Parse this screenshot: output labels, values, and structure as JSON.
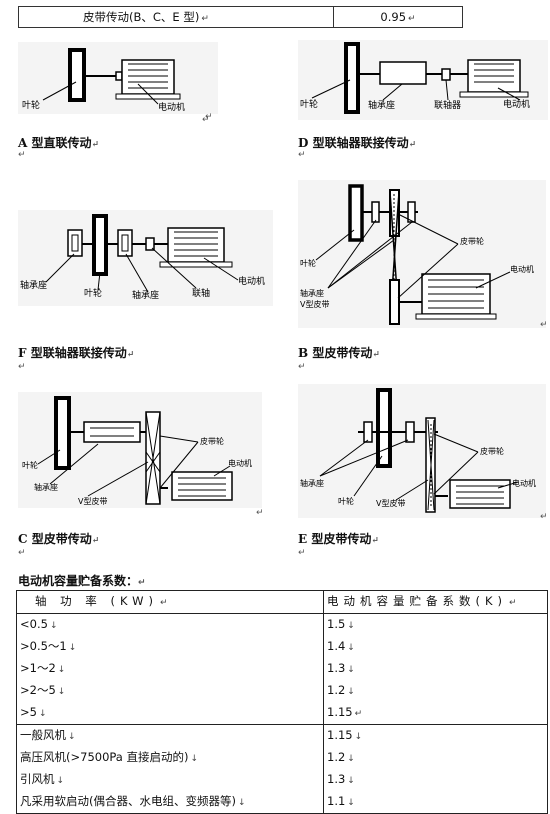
{
  "top_table": {
    "label": "皮带传动(B、C、E 型)",
    "value": "0.95"
  },
  "diagrams": {
    "a": {
      "caption": "A 型直联传动",
      "labels": {
        "impeller": "叶轮",
        "motor": "电动机"
      }
    },
    "d": {
      "caption": "D 型联轴器联接传动",
      "labels": {
        "impeller": "叶轮",
        "bearing": "轴承座",
        "coupling": "联轴器",
        "motor": "电动机"
      }
    },
    "f": {
      "caption": "F 型联轴器联接传动",
      "labels": {
        "bearing_left": "轴承座",
        "impeller": "叶轮",
        "bearing_right": "轴承座",
        "coupling": "联轴",
        "motor": "电动机"
      }
    },
    "b": {
      "caption": "B 型皮带传动",
      "labels": {
        "impeller": "叶轮",
        "pulley": "皮带轮",
        "bearing": "轴承座",
        "vbelt": "V型皮带",
        "motor": "电动机"
      }
    },
    "c": {
      "caption": "C 型皮带传动",
      "labels": {
        "impeller": "叶轮",
        "pulley": "皮带轮",
        "bearing": "轴承座",
        "vbelt": "V型皮带",
        "motor": "电动机"
      }
    },
    "e": {
      "caption": "E 型皮带传动",
      "labels": {
        "pulley": "皮带轮",
        "motor": "电动机",
        "bearing": "轴承座",
        "impeller": "叶轮",
        "vbelt": "V型皮带"
      }
    }
  },
  "reserve_title": "电动机容量贮备系数：",
  "reserve_table": {
    "header": [
      "轴  功  率  (KW)",
      "电动机容量贮备系数(K)"
    ],
    "power_rows": [
      [
        "<0.5",
        "1.5"
      ],
      [
        ">0.5～1",
        "1.4"
      ],
      [
        ">1～2",
        "1.3"
      ],
      [
        ">2～5",
        "1.2"
      ],
      [
        ">5",
        "1.15"
      ]
    ],
    "fan_rows": [
      [
        "一般风机",
        "1.15"
      ],
      [
        "高压风机(>7500Pa 直接启动的)",
        "1.2"
      ],
      [
        "引风机",
        "1.3"
      ],
      [
        "凡采用软启动(偶合器、水电组、变频器等)",
        "1.1"
      ]
    ]
  },
  "marks": {
    "paragraph": "↵",
    "line": "↓"
  }
}
